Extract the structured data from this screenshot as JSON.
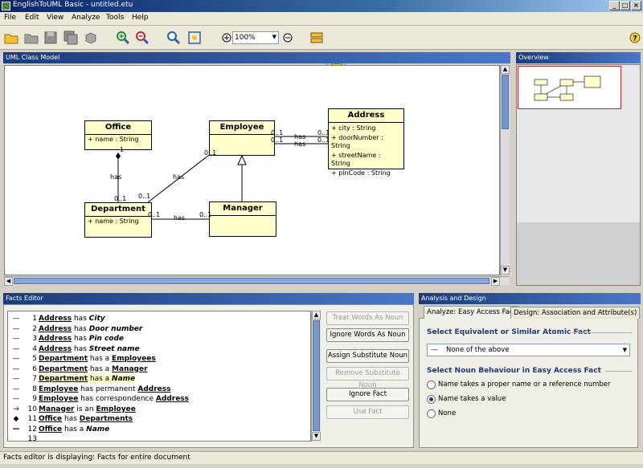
{
  "window": {
    "title": "EnglishToUML Basic - untitled.etu"
  },
  "menu": [
    "File",
    "Edit",
    "View",
    "Analyze",
    "Tools",
    "Help"
  ],
  "toolbar": {
    "zoom": "100%"
  },
  "uml_panel": {
    "title": "UML Class Model"
  },
  "overview_panel": {
    "title": "Overview"
  },
  "classes": {
    "office": {
      "name": "Office",
      "attrs": [
        "+ name : String"
      ]
    },
    "employee": {
      "name": "Employee",
      "attrs": []
    },
    "address": {
      "name": "Address",
      "attrs": [
        "+ city : String",
        "+ doorNumber : String",
        "+ streetName : String",
        "+ pinCode : String"
      ]
    },
    "department": {
      "name": "Department",
      "attrs": [
        "+ name : String"
      ]
    },
    "manager": {
      "name": "Manager",
      "attrs": []
    }
  },
  "assoc": {
    "has": "has",
    "m01": "0..1",
    "m1": "1",
    "m01b": "0..1",
    "m01c": "0..1",
    "m01d": "0..1",
    "m01e": "0..1",
    "m01f": "0..1",
    "m01g": "0..1",
    "m01h": "0..1",
    "m01i": "0..1",
    "m01j": "0..1"
  },
  "facts_panel": {
    "title": "Facts Editor"
  },
  "facts": [
    {
      "mark": "—",
      "no": "1",
      "parts": [
        [
          "n",
          "Address"
        ],
        [
          "t",
          " has "
        ],
        [
          "v",
          "City"
        ]
      ]
    },
    {
      "mark": "—",
      "no": "2",
      "parts": [
        [
          "n",
          "Address"
        ],
        [
          "t",
          " has "
        ],
        [
          "v",
          "Door number"
        ]
      ]
    },
    {
      "mark": "—",
      "no": "3",
      "parts": [
        [
          "n",
          "Address"
        ],
        [
          "t",
          " has "
        ],
        [
          "v",
          "Pin code"
        ]
      ]
    },
    {
      "mark": "—",
      "no": "4",
      "parts": [
        [
          "n",
          "Address"
        ],
        [
          "t",
          " has "
        ],
        [
          "v",
          "Street name"
        ]
      ]
    },
    {
      "mark": "—",
      "no": "5",
      "parts": [
        [
          "n",
          "Department"
        ],
        [
          "t",
          " has a "
        ],
        [
          "n",
          "Employees"
        ]
      ]
    },
    {
      "mark": "—",
      "no": "6",
      "parts": [
        [
          "n",
          "Department"
        ],
        [
          "t",
          " has a "
        ],
        [
          "n",
          "Manager"
        ]
      ]
    },
    {
      "mark": "—",
      "no": "7",
      "parts": [
        [
          "n",
          "Department"
        ],
        [
          "t",
          " has a "
        ],
        [
          "v",
          "Name"
        ]
      ],
      "highlight": true
    },
    {
      "mark": "—",
      "no": "8",
      "parts": [
        [
          "n",
          "Employee"
        ],
        [
          "t",
          " has permanent "
        ],
        [
          "n",
          "Address"
        ]
      ]
    },
    {
      "mark": "—",
      "no": "9",
      "parts": [
        [
          "n",
          "Employee"
        ],
        [
          "t",
          " has correspondence "
        ],
        [
          "n",
          "Address"
        ]
      ]
    },
    {
      "mark": "→",
      "no": "10",
      "parts": [
        [
          "n",
          "Manager"
        ],
        [
          "t",
          " is an "
        ],
        [
          "n",
          "Employee"
        ]
      ]
    },
    {
      "mark": "◆—",
      "no": "11",
      "parts": [
        [
          "n",
          "Office"
        ],
        [
          "t",
          " has "
        ],
        [
          "n",
          "Departments"
        ]
      ]
    },
    {
      "mark": "—",
      "no": "12",
      "parts": [
        [
          "n",
          "Office"
        ],
        [
          "t",
          " has a "
        ],
        [
          "v",
          "Name"
        ]
      ]
    },
    {
      "mark": "",
      "no": "13",
      "parts": []
    }
  ],
  "fact_buttons": {
    "treat": "Treat Words As Noun",
    "ignore_words": "Ignore Words As Noun",
    "assign": "Assign Substitute Noun",
    "remove": "Remove Substitute Noun",
    "ignore_fact": "Ignore Fact",
    "use_fact": "Use Fact"
  },
  "analysis": {
    "title": "Analysis and Design",
    "tab1": "Analyze: Easy Access Fact",
    "tab2": "Design: Association and Attribute(s)",
    "sect1": "Select Equivalent or Similar Atomic Fact",
    "select_value": "None of the above",
    "sect2": "Select Noun Behaviour in Easy Access Fact",
    "opt1": "Name takes a proper name or a reference number",
    "opt2": "Name takes a value",
    "opt3": "None",
    "selected_option": "opt2"
  },
  "status": "Facts editor is displaying: Facts for entire document"
}
